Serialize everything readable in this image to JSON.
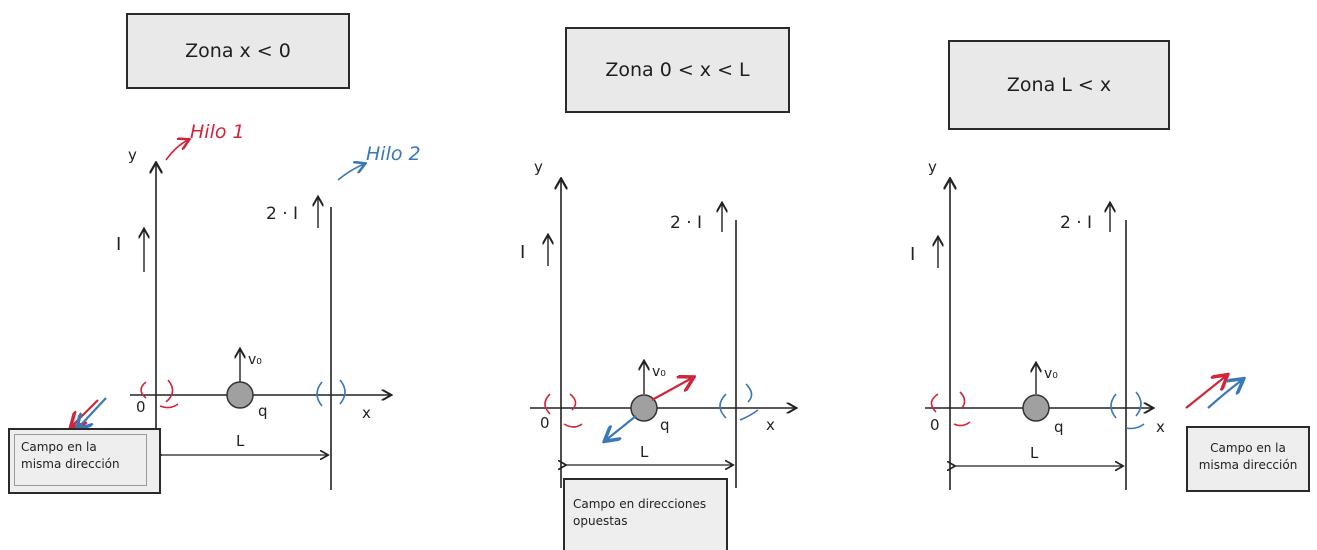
{
  "colors": {
    "wire1": "#d0253a",
    "wire2": "#3a78b8",
    "ink": "#222222",
    "charge": "#a0a0a0",
    "box": "#e9e9e9"
  },
  "wire1_tag": "Hilo 1",
  "wire2_tag": "Hilo 2",
  "panels": [
    {
      "zone_label": "Zona x < 0",
      "y_label": "y",
      "x_label": "x",
      "origin_label": "0",
      "current1_label": "I",
      "current2_label": "2 · I",
      "velocity_label": "v₀",
      "charge_label": "q",
      "distance_label": "L",
      "note_lines": [
        "Campo en la",
        "misma dirección"
      ],
      "field_arrows": "same-dir-left"
    },
    {
      "zone_label": "Zona 0 < x < L",
      "y_label": "y",
      "x_label": "x",
      "origin_label": "0",
      "current1_label": "I",
      "current2_label": "2 · I",
      "velocity_label": "v₀",
      "charge_label": "q",
      "distance_label": "L",
      "note_lines": [
        "Campo en direcciones",
        "opuestas"
      ],
      "field_arrows": "opposite"
    },
    {
      "zone_label": "Zona L < x",
      "y_label": "y",
      "x_label": "x",
      "origin_label": "0",
      "current1_label": "I",
      "current2_label": "2 · I",
      "velocity_label": "v₀",
      "charge_label": "q",
      "distance_label": "L",
      "note_lines": [
        "Campo en la",
        "misma dirección"
      ],
      "field_arrows": "same-dir-right"
    }
  ]
}
